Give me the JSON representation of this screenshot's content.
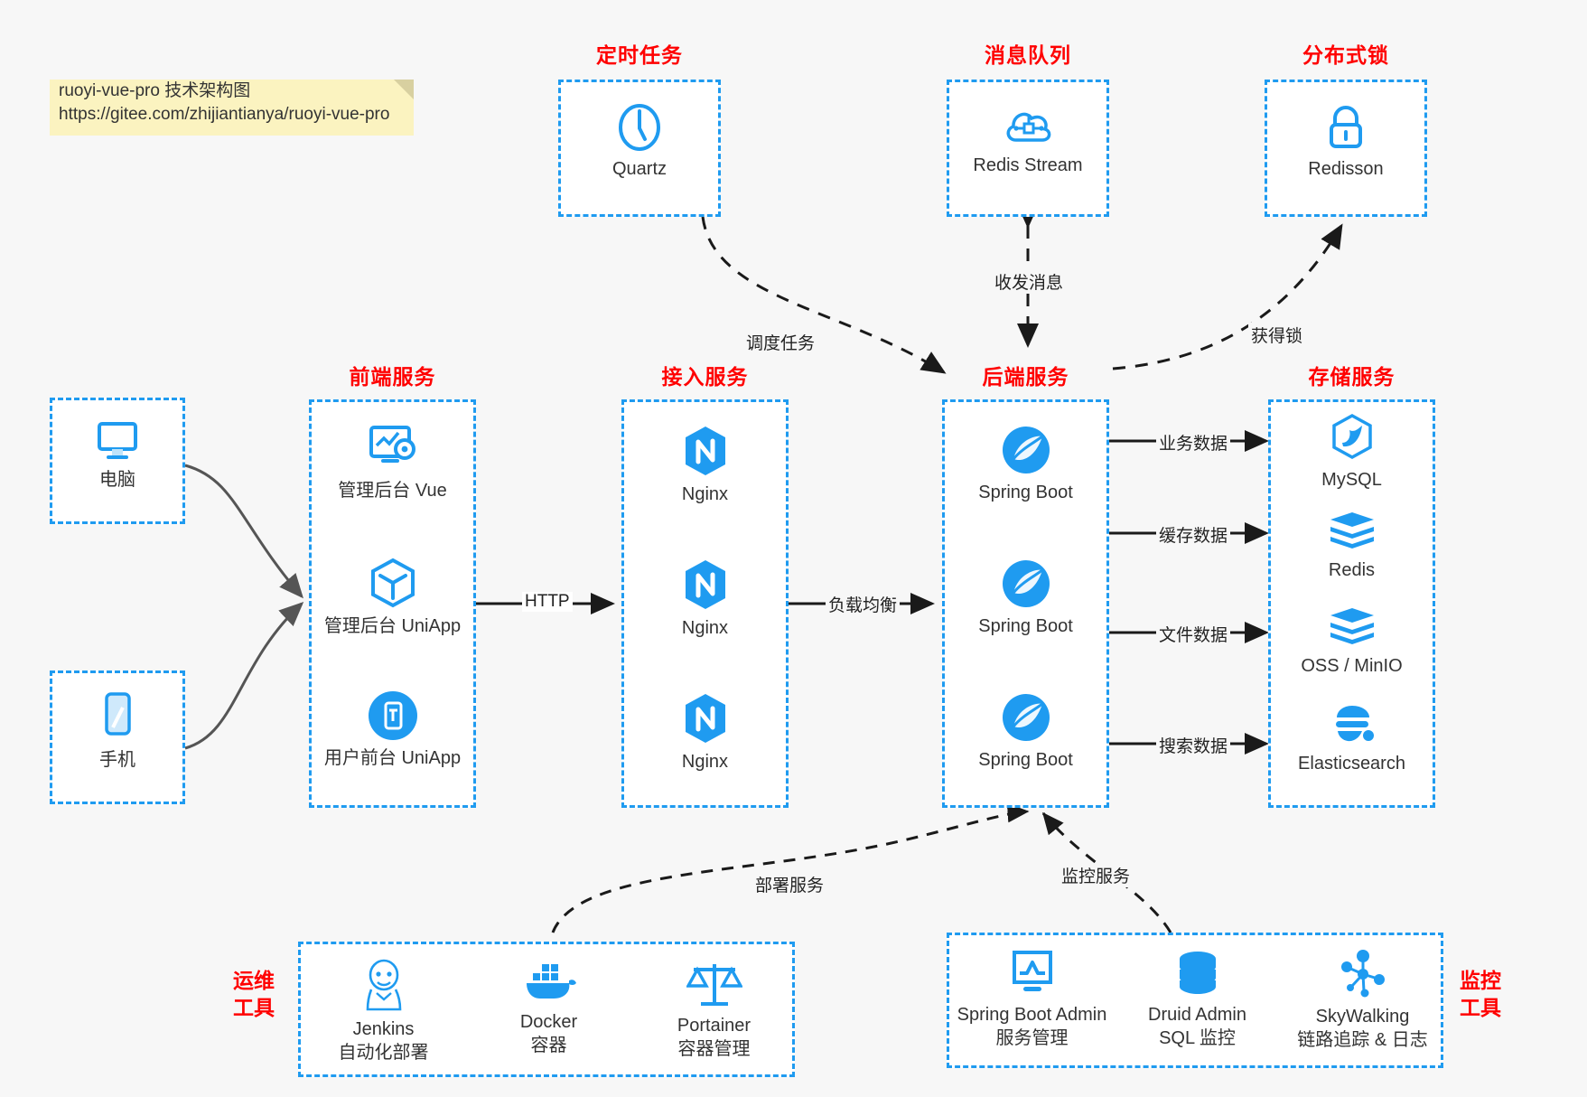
{
  "note": {
    "line1": "ruoyi-vue-pro 技术架构图",
    "line2": "https://gitee.com/zhijiantianya/ruoyi-vue-pro"
  },
  "colors": {
    "accent": "#1f9bf0",
    "title": "#ff0000",
    "background": "#f7f7f7",
    "box": "#ffffff",
    "text": "#333333",
    "connector": "#555555",
    "dashed_connector": "#222222"
  },
  "groups": {
    "scheduled_task": {
      "title": "定时任务",
      "nodes": [
        {
          "icon": "clock-icon",
          "label": "Quartz"
        }
      ]
    },
    "message_queue": {
      "title": "消息队列",
      "nodes": [
        {
          "icon": "cloud-network-icon",
          "label": "Redis Stream"
        }
      ]
    },
    "distributed_lock": {
      "title": "分布式锁",
      "nodes": [
        {
          "icon": "lock-icon",
          "label": "Redisson"
        }
      ]
    },
    "clients": {
      "nodes": [
        {
          "icon": "desktop-icon",
          "label": "电脑"
        },
        {
          "icon": "mobile-icon",
          "label": "手机"
        }
      ]
    },
    "frontend": {
      "title": "前端服务",
      "nodes": [
        {
          "icon": "dashboard-gear-icon",
          "label": "管理后台 Vue"
        },
        {
          "icon": "cube-icon",
          "label": "管理后台 UniApp"
        },
        {
          "icon": "phone-app-icon",
          "label": "用户前台 UniApp"
        }
      ]
    },
    "gateway": {
      "title": "接入服务",
      "nodes": [
        {
          "icon": "nginx-icon",
          "label": "Nginx"
        },
        {
          "icon": "nginx-icon",
          "label": "Nginx"
        },
        {
          "icon": "nginx-icon",
          "label": "Nginx"
        }
      ]
    },
    "backend": {
      "title": "后端服务",
      "nodes": [
        {
          "icon": "spring-boot-icon",
          "label": "Spring Boot"
        },
        {
          "icon": "spring-boot-icon",
          "label": "Spring Boot"
        },
        {
          "icon": "spring-boot-icon",
          "label": "Spring Boot"
        }
      ]
    },
    "storage": {
      "title": "存储服务",
      "nodes": [
        {
          "icon": "mysql-icon",
          "label": "MySQL"
        },
        {
          "icon": "redis-icon",
          "label": "Redis"
        },
        {
          "icon": "redis-icon",
          "label": "OSS / MinIO"
        },
        {
          "icon": "elasticsearch-icon",
          "label": "Elasticsearch"
        }
      ]
    },
    "devops": {
      "title_line1": "运维",
      "title_line2": "工具",
      "nodes": [
        {
          "icon": "jenkins-icon",
          "label": "Jenkins",
          "sub": "自动化部署"
        },
        {
          "icon": "docker-icon",
          "label": "Docker",
          "sub": "容器"
        },
        {
          "icon": "portainer-icon",
          "label": "Portainer",
          "sub": "容器管理"
        }
      ]
    },
    "monitoring": {
      "title_line1": "监控",
      "title_line2": "工具",
      "nodes": [
        {
          "icon": "monitor-chart-icon",
          "label": "Spring Boot Admin",
          "sub": "服务管理"
        },
        {
          "icon": "database-icon",
          "label": "Druid Admin",
          "sub": "SQL 监控"
        },
        {
          "icon": "skywalking-icon",
          "label": "SkyWalking",
          "sub": "链路追踪 & 日志"
        }
      ]
    }
  },
  "edges": {
    "schedule_task": "调度任务",
    "send_receive_message": "收发消息",
    "acquire_lock": "获得锁",
    "http": "HTTP",
    "load_balance": "负载均衡",
    "business_data": "业务数据",
    "cache_data": "缓存数据",
    "file_data": "文件数据",
    "search_data": "搜索数据",
    "deploy_service": "部署服务",
    "monitor_service": "监控服务"
  }
}
